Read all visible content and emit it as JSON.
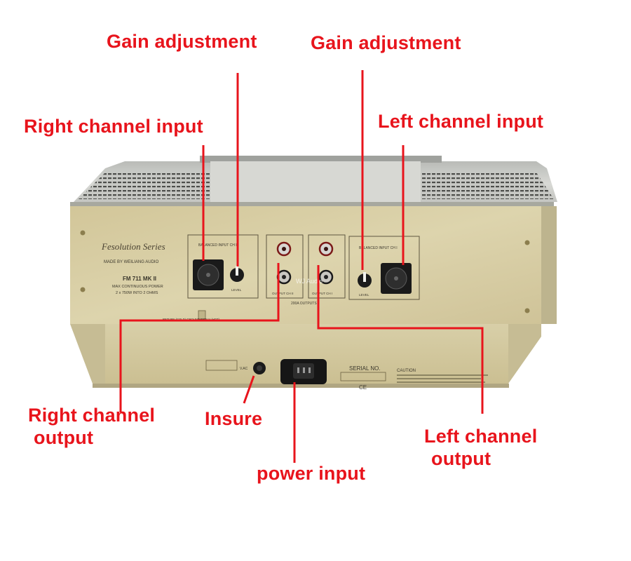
{
  "callouts": {
    "gain_left": "Gain adjustment",
    "gain_right": "Gain adjustment",
    "right_input": "Right channel input",
    "left_input": "Left channel input",
    "right_output_line1": "Right channel",
    "right_output_line2": "output",
    "insure": "Insure",
    "left_output_line1": "Left channel",
    "left_output_line2": "output",
    "power_input": "power input"
  },
  "panel": {
    "series": "Fesolution Series",
    "maker": "MADE BY WEILIANG AUDIO",
    "model": "FM 711 MK II",
    "power_line1": "MAX CONTINUOUS POWER",
    "power_line2": "2 x 750W INTO 2 OHMS",
    "balanced_left": "BALANCED INPUT CH II",
    "balanced_right": "BALANCED INPUT CH I",
    "level": "LEVEL",
    "output_left": "OUTPUT CH II",
    "output_right": "OUTPUT CH I",
    "outputs_note": "200A OUTPUTS",
    "ground_note": "RETURN (COLD)  GROUND  SIGNAL(HOT)",
    "vac": "V.AC",
    "serial": "SERIAL NO.",
    "caution": "CAUTION",
    "ce": "CE",
    "watermark": "WJ Audio"
  },
  "colors": {
    "annotation": "#e8141c",
    "panel_gold": "#d9cfa4",
    "chassis_silver": "#c9cbc6"
  }
}
